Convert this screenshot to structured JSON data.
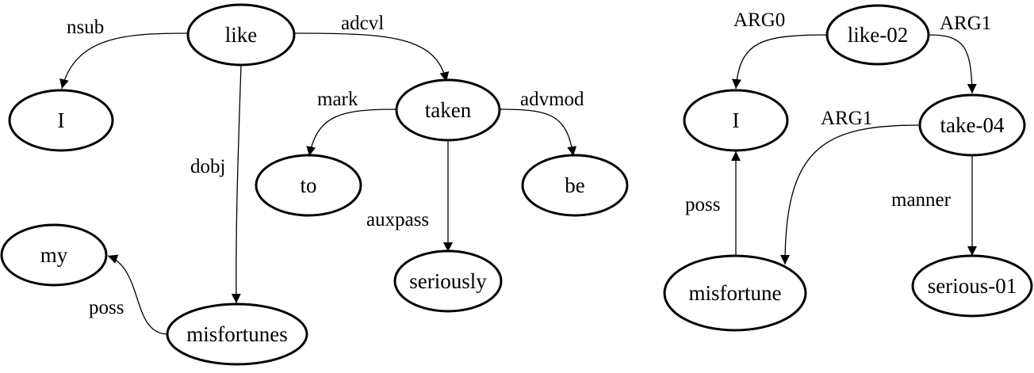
{
  "dependency_graph": {
    "nodes": {
      "like": "like",
      "i": "I",
      "taken": "taken",
      "to": "to",
      "be": "be",
      "seriously": "seriously",
      "my": "my",
      "misfortunes": "misfortunes"
    },
    "edges": {
      "nsub": "nsub",
      "adcvl": "adcvl",
      "dobj": "dobj",
      "mark": "mark",
      "advmod": "advmod",
      "auxpass": "auxpass",
      "poss": "poss"
    }
  },
  "amr_graph": {
    "nodes": {
      "like02": "like-02",
      "i": "I",
      "take04": "take-04",
      "misfortune": "misfortune",
      "serious01": "serious-01"
    },
    "edges": {
      "arg0": "ARG0",
      "arg1_top": "ARG1",
      "arg1_left": "ARG1",
      "poss": "poss",
      "manner": "manner"
    }
  }
}
